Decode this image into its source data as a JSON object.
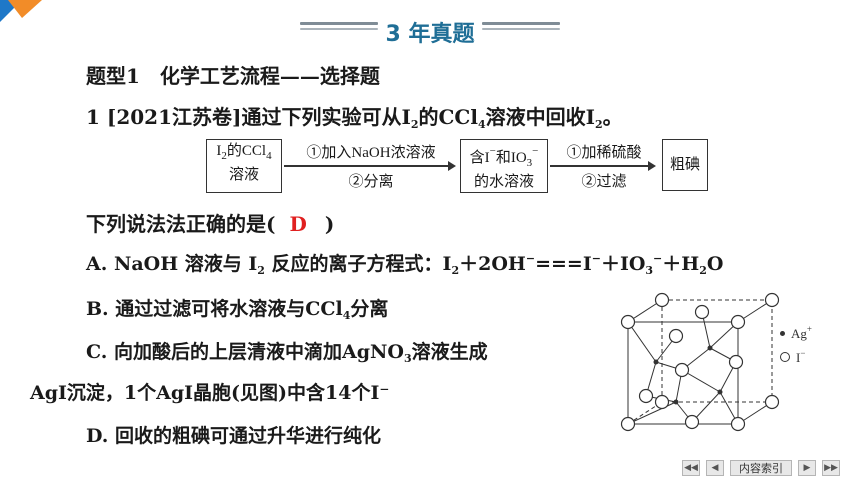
{
  "header": {
    "title": "3 年真题"
  },
  "question_type": "题型1　化学工艺流程——选择题",
  "question": {
    "number": "1",
    "source": "[2021江苏卷]",
    "stem_a": "通过下列实验可从I",
    "stem_sub1": "2",
    "stem_b": "的CCl",
    "stem_sub2": "4",
    "stem_c": "溶液中回收I",
    "stem_sub3": "2",
    "stem_d": "。"
  },
  "flow": {
    "box1_line1_a": "I",
    "box1_line1_sub": "2",
    "box1_line1_b": "的CCl",
    "box1_line1_sub2": "4",
    "box1_line2": "溶液",
    "step1_top": "①加入NaOH浓溶液",
    "step1_bottom": "②分离",
    "box2_line1_a": "含I",
    "box2_line1_sup": "−",
    "box2_line1_b": "和IO",
    "box2_line1_sub": "3",
    "box2_line1_sup2": "−",
    "box2_line2": "的水溶液",
    "step2_top": "①加稀硫酸",
    "step2_bottom": "②过滤",
    "box3": "粗碘"
  },
  "prompt": {
    "text_a": "下列说法法正确的是(",
    "answer": "D",
    "text_b": ")"
  },
  "options": {
    "A": {
      "a": "A. NaOH 溶液与 I",
      "s1": "2",
      "b": " 反应的离子方程式：I",
      "s2": "2",
      "c": "＋2OH",
      "p1": "−",
      "d": "===I",
      "p2": "−",
      "e": "＋IO",
      "s3": "3",
      "p3": "−",
      "f": "＋H",
      "s4": "2",
      "g": "O"
    },
    "B": {
      "a": "B. 通过过滤可将水溶液与CCl",
      "s1": "4",
      "b": "分离"
    },
    "C": {
      "line1_a": "C. 向加酸后的上层清液中滴加AgNO",
      "line1_s": "3",
      "line1_b": "溶液生成",
      "line2": "AgI沉淀，1个AgI晶胞(见图)中含14个I⁻"
    },
    "D": {
      "a": "D. 回收的粗碘可通过升华进行纯化"
    }
  },
  "legend": {
    "ag": "Ag",
    "ag_sup": "+",
    "i": "I",
    "i_sup": "−"
  },
  "nav": {
    "label": "内容索引"
  },
  "colors": {
    "accent": "#1f6e96",
    "answer": "#e02020",
    "corner": "#1e78c8"
  }
}
